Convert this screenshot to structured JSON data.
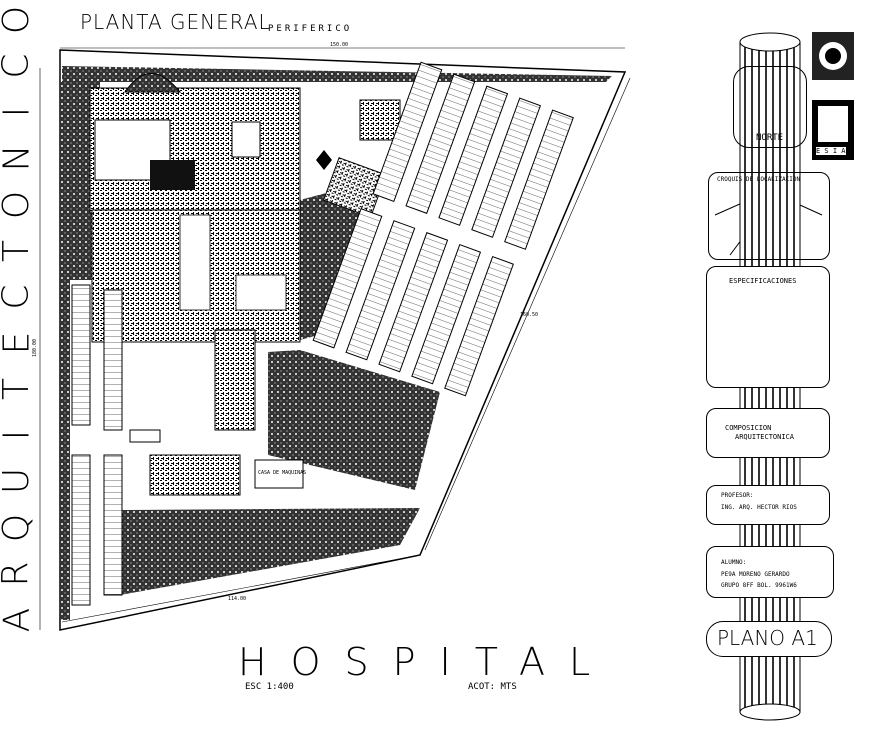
{
  "sheet": {
    "title": "PLANTA GENERAL",
    "road_label": "PERIFERICO",
    "building_name": "HOSPITAL",
    "scale": "ESC 1:400",
    "units": "ACOT: MTS",
    "vertical_title_letters": [
      "A",
      "R",
      "Q",
      "U",
      "I",
      "T",
      "E",
      "C",
      "T",
      "O",
      "N",
      "I",
      "C",
      "O"
    ]
  },
  "dimensions": {
    "top": "150.00",
    "left": "180.00",
    "right": "160.50",
    "bottom": "114.00"
  },
  "plan": {
    "service_label": "CASA DE MAQUINAS"
  },
  "title_block": {
    "north_label": "NORTE",
    "logo_label": "E S I A",
    "location_title": "CROQUIS DE LOCALIZACION",
    "specs_title": "ESPECIFICACIONES",
    "composition_line1": "COMPOSICION",
    "composition_line2": "ARQUITECTONICA",
    "professor_label": "PROFESOR:",
    "professor_name": "ING. ARQ. HECTOR RIOS",
    "student_label": "ALUMNO:",
    "student_name": "PE9A MORENO GERARDO",
    "student_group": "GRUPO 8FF  BOL. 9961W6",
    "plan_label": "PLANO A1"
  }
}
